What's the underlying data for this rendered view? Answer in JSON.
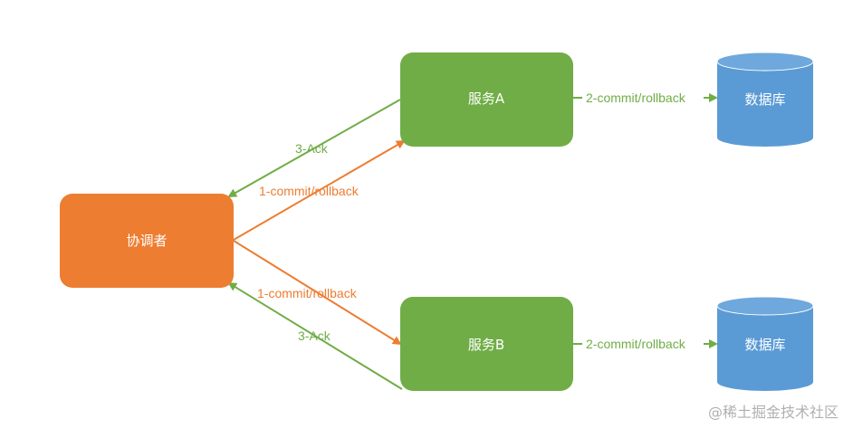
{
  "nodes": {
    "coordinator": "协调者",
    "service_a": "服务A",
    "service_b": "服务B",
    "db_a": "数据库",
    "db_b": "数据库"
  },
  "edges": {
    "ack_a": "3-Ack",
    "commit_to_a": "1-commit/rollback",
    "commit_to_b": "1-commit/rollback",
    "ack_b": "3-Ack",
    "a_to_db": "2-commit/rollback",
    "b_to_db": "2-commit/rollback"
  },
  "colors": {
    "coordinator": "#ed7d31",
    "service": "#70ad47",
    "database": "#5b9bd5",
    "ack_arrow": "#70ad47",
    "commit_arrow": "#ed7d31"
  },
  "watermark": "@稀土掘金技术社区"
}
